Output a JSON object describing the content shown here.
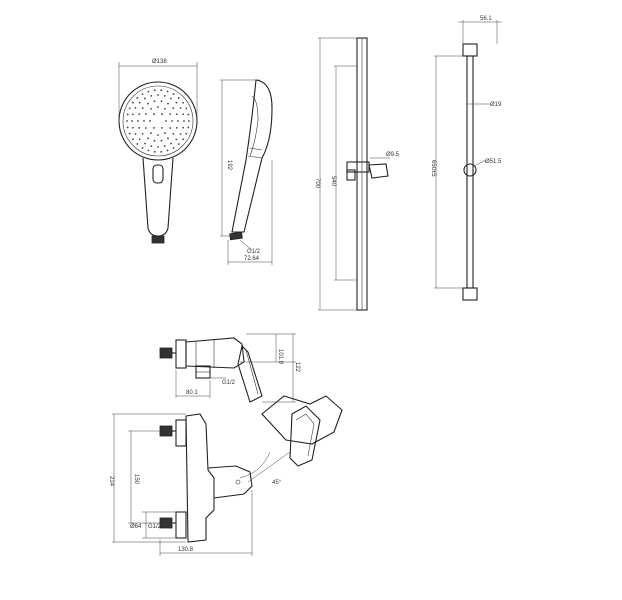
{
  "hand_shower": {
    "diameter_label": "Ø138",
    "height_label": "192",
    "thread_label": "G1/2",
    "width_label": "72.64"
  },
  "slide_rail": {
    "total_length_label": "700",
    "adjust_length_label": "540",
    "holder_label": "Ø9.5"
  },
  "rail_side": {
    "top_width_label": "56.1",
    "tube_diameter_label": "Ø19",
    "bracket_diameter_label": "Ø51.5",
    "center_distance_label": "650±5"
  },
  "mixer_top": {
    "height_inner_label": "101.9",
    "height_outer_label": "122",
    "depth_label": "80.1",
    "thread_label": "G1/2"
  },
  "mixer_front": {
    "total_height_label": "214",
    "center_distance_label": "150",
    "cover_diameter_label": "Ø64",
    "thread_label": "G1/2",
    "width_label": "130.8",
    "angle_label": "45°"
  }
}
